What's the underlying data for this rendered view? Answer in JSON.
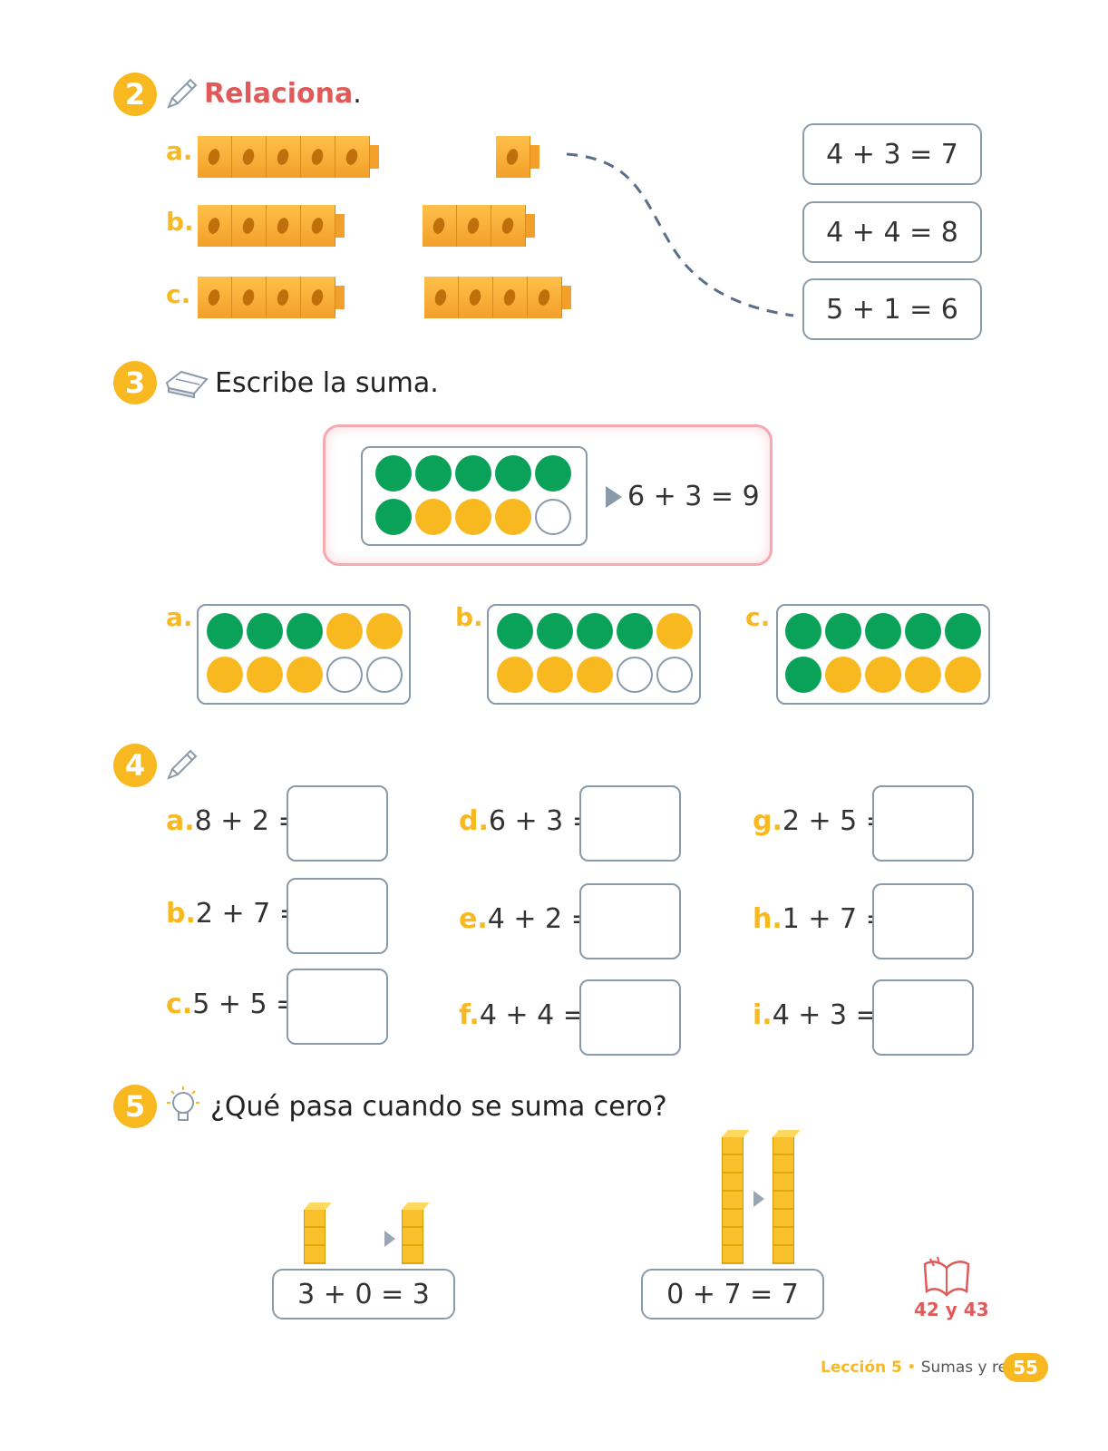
{
  "section2": {
    "number": "2",
    "title": "Relaciona",
    "title_suffix": ".",
    "rows": [
      {
        "letter": "a.",
        "left_cubes": 5,
        "right_cubes": 1
      },
      {
        "letter": "b.",
        "left_cubes": 4,
        "right_cubes": 3
      },
      {
        "letter": "c.",
        "left_cubes": 4,
        "right_cubes": 4
      }
    ],
    "choices": [
      "4 + 3 = 7",
      "4 + 4 = 8",
      "5 + 1 = 6"
    ]
  },
  "section3": {
    "number": "3",
    "title": "Escribe la suma.",
    "example": {
      "top": [
        "g",
        "g",
        "g",
        "g",
        "g"
      ],
      "bottom": [
        "g",
        "y",
        "y",
        "y",
        "e"
      ],
      "equation": "6 + 3 = 9"
    },
    "frames": [
      {
        "letter": "a.",
        "top": [
          "g",
          "g",
          "g",
          "y",
          "y"
        ],
        "bottom": [
          "y",
          "y",
          "y",
          "e",
          "e"
        ]
      },
      {
        "letter": "b.",
        "top": [
          "g",
          "g",
          "g",
          "g",
          "y"
        ],
        "bottom": [
          "y",
          "y",
          "y",
          "e",
          "e"
        ]
      },
      {
        "letter": "c.",
        "top": [
          "g",
          "g",
          "g",
          "g",
          "g"
        ],
        "bottom": [
          "g",
          "y",
          "y",
          "y",
          "y"
        ]
      }
    ]
  },
  "section4": {
    "number": "4",
    "items": [
      {
        "letter": "a.",
        "expr": "8 + 2 ="
      },
      {
        "letter": "b.",
        "expr": "2 + 7 ="
      },
      {
        "letter": "c.",
        "expr": "5 + 5 ="
      },
      {
        "letter": "d.",
        "expr": "6 + 3 ="
      },
      {
        "letter": "e.",
        "expr": "4 + 2 ="
      },
      {
        "letter": "f.",
        "expr": "4 + 4 ="
      },
      {
        "letter": "g.",
        "expr": "2 + 5 ="
      },
      {
        "letter": "h.",
        "expr": "1 + 7 ="
      },
      {
        "letter": "i.",
        "expr": "4 + 3 ="
      }
    ]
  },
  "section5": {
    "number": "5",
    "title": "¿Qué pasa cuando se suma cero?",
    "equations": [
      "3 + 0 = 3",
      "0 + 7 = 7"
    ]
  },
  "book_ref": "42 y 43",
  "footer": {
    "lesson": "Lección 5",
    "separator": " • ",
    "topic": "Sumas y restas",
    "page": "55"
  },
  "colors": {
    "accent": "#f8b820",
    "title_red": "#e05a5a",
    "green": "#0aa259",
    "border": "#8a9aa8"
  }
}
